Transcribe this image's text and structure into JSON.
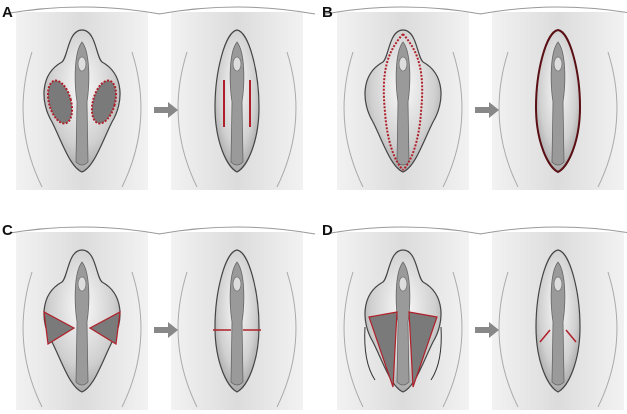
{
  "panels": [
    {
      "label": "A",
      "technique": "wedge-ovals"
    },
    {
      "label": "B",
      "technique": "edge-trim"
    },
    {
      "label": "C",
      "technique": "wedge-upper"
    },
    {
      "label": "D",
      "technique": "wedge-lower"
    }
  ],
  "colors": {
    "background": "#e4e4e4",
    "tissue": "#7a7a7a",
    "incision": "#b0202a",
    "outline": "#444444"
  }
}
